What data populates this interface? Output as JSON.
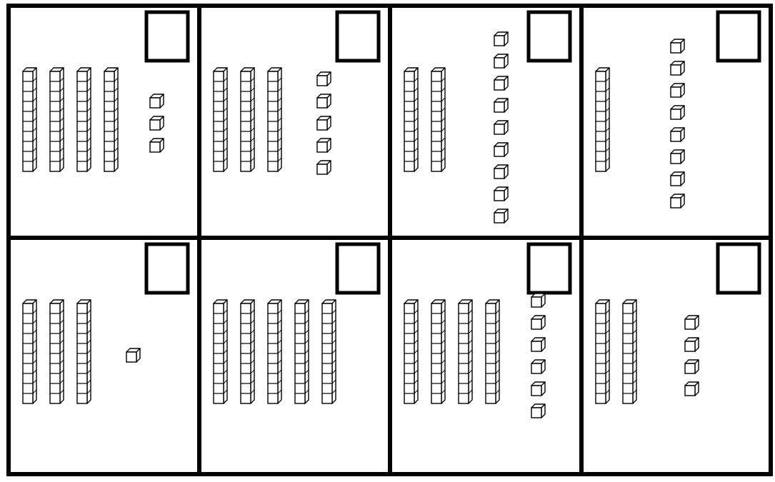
{
  "worksheet": {
    "ink_color": "#000000",
    "paper_color": "#ffffff",
    "panels": [
      {
        "tens": 4,
        "ones": 3,
        "answer": ""
      },
      {
        "tens": 3,
        "ones": 5,
        "answer": ""
      },
      {
        "tens": 2,
        "ones": 9,
        "answer": ""
      },
      {
        "tens": 1,
        "ones": 8,
        "answer": ""
      },
      {
        "tens": 3,
        "ones": 1,
        "answer": ""
      },
      {
        "tens": 5,
        "ones": 0,
        "answer": ""
      },
      {
        "tens": 4,
        "ones": 6,
        "answer": ""
      },
      {
        "tens": 2,
        "ones": 4,
        "answer": ""
      }
    ]
  }
}
